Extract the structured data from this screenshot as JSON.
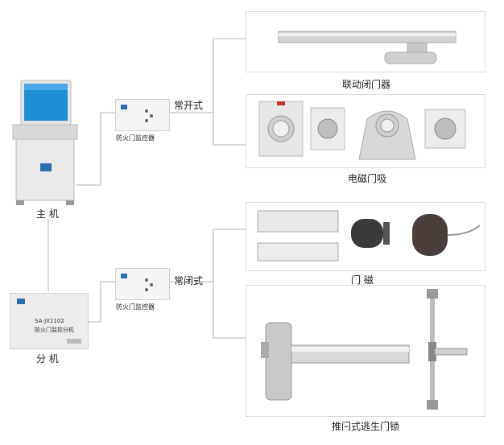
{
  "host": {
    "label": "主  机"
  },
  "sub": {
    "label": "分  机",
    "device_model": "SA-JX1102",
    "device_name": "防火门监控分机"
  },
  "monitors": [
    {
      "label": "防火门监控器"
    },
    {
      "label": "防火门监控器"
    }
  ],
  "branches": {
    "normally_open": "常开式",
    "normally_closed": "常闭式"
  },
  "products": [
    {
      "label": "联动闭门器"
    },
    {
      "label": "电磁门吸"
    },
    {
      "label": "门  磁"
    },
    {
      "label": "推闩式逃生门锁"
    }
  ],
  "colors": {
    "line": "#b5b5b5",
    "border": "#d9d9d9",
    "metal": "#c9c9c9",
    "screen": "#1e8fd6"
  }
}
